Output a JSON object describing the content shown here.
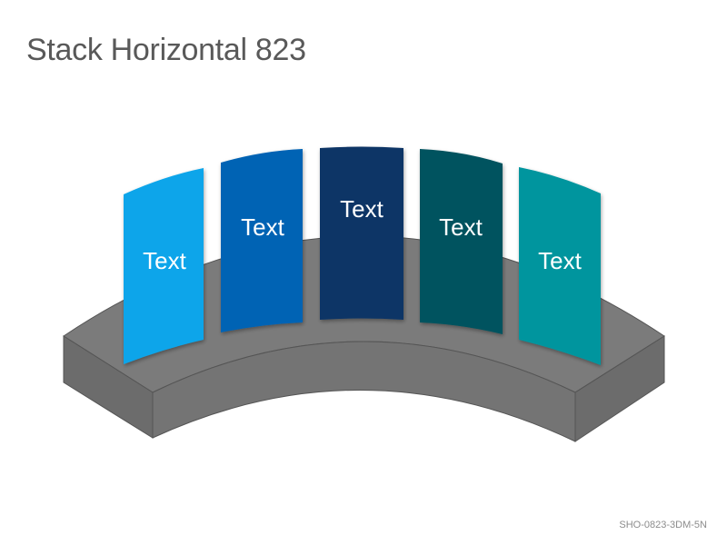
{
  "title": "Stack Horizontal 823",
  "footer_code": "SHO-0823-3DM-5N",
  "colors": {
    "base_top": "#7b7b7b",
    "base_front": "#737373",
    "base_side": "#666666",
    "base_stroke": "#555555",
    "card_1": "#0aa5ea",
    "card_2": "#0563b4",
    "card_3": "#0b3466",
    "card_4": "#02535e",
    "card_5": "#02959e"
  },
  "cards": [
    {
      "label": "Text",
      "color_key": "card_1"
    },
    {
      "label": "Text",
      "color_key": "card_2"
    },
    {
      "label": "Text",
      "color_key": "card_3"
    },
    {
      "label": "Text",
      "color_key": "card_4"
    },
    {
      "label": "Text",
      "color_key": "card_5"
    }
  ]
}
